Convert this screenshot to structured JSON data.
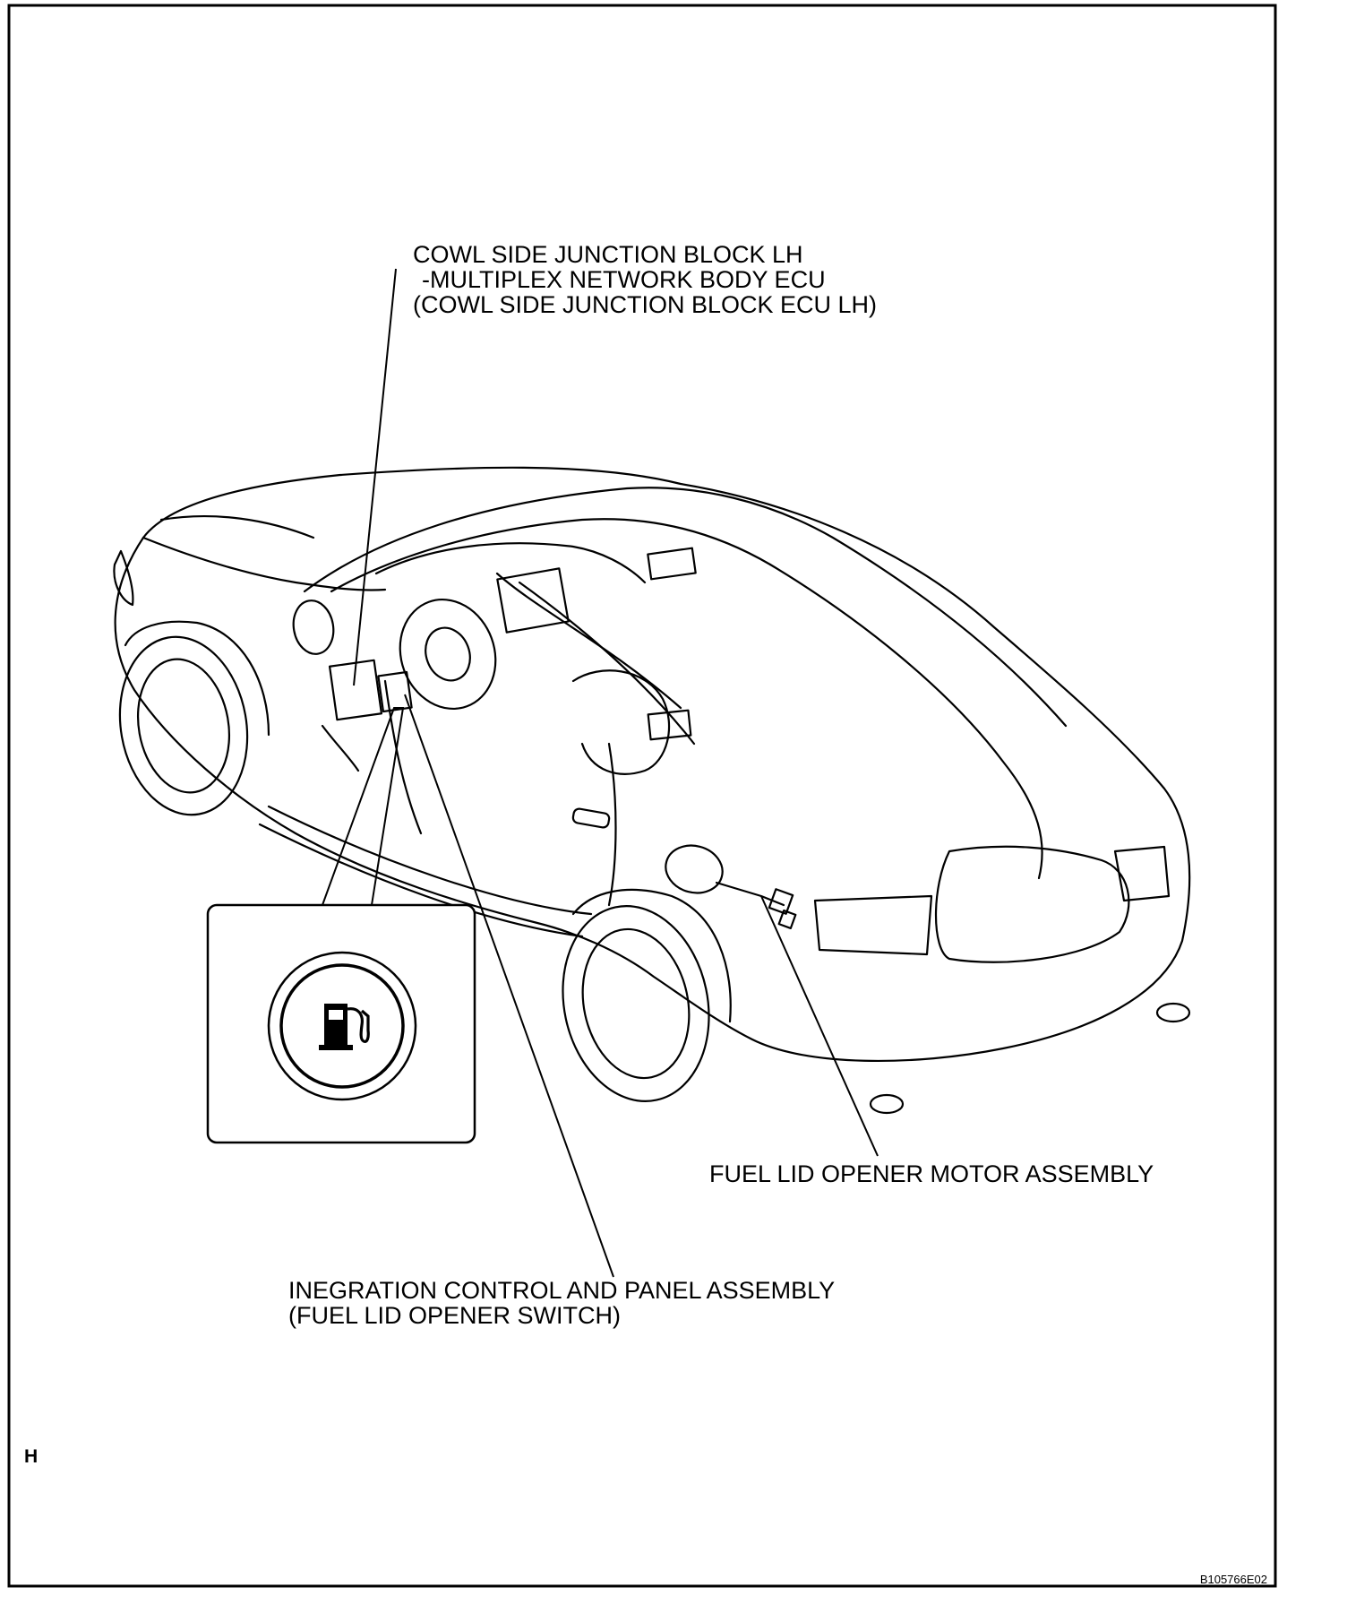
{
  "labels": {
    "cowl_block": {
      "line1": "COWL SIDE JUNCTION BLOCK LH",
      "line2": "-MULTIPLEX NETWORK BODY ECU",
      "line3": "(COWL SIDE JUNCTION BLOCK ECU LH)"
    },
    "fuel_lid_motor": "FUEL LID OPENER MOTOR ASSEMBLY",
    "integration_panel": {
      "line1": "INEGRATION CONTROL AND PANEL ASSEMBLY",
      "line2": "(FUEL LID OPENER SWITCH)"
    }
  },
  "section_letter": "H",
  "figure_code": "B105766E02",
  "icons": {
    "inset": "fuel-pump-icon",
    "vehicle": "sedan-illustration"
  }
}
